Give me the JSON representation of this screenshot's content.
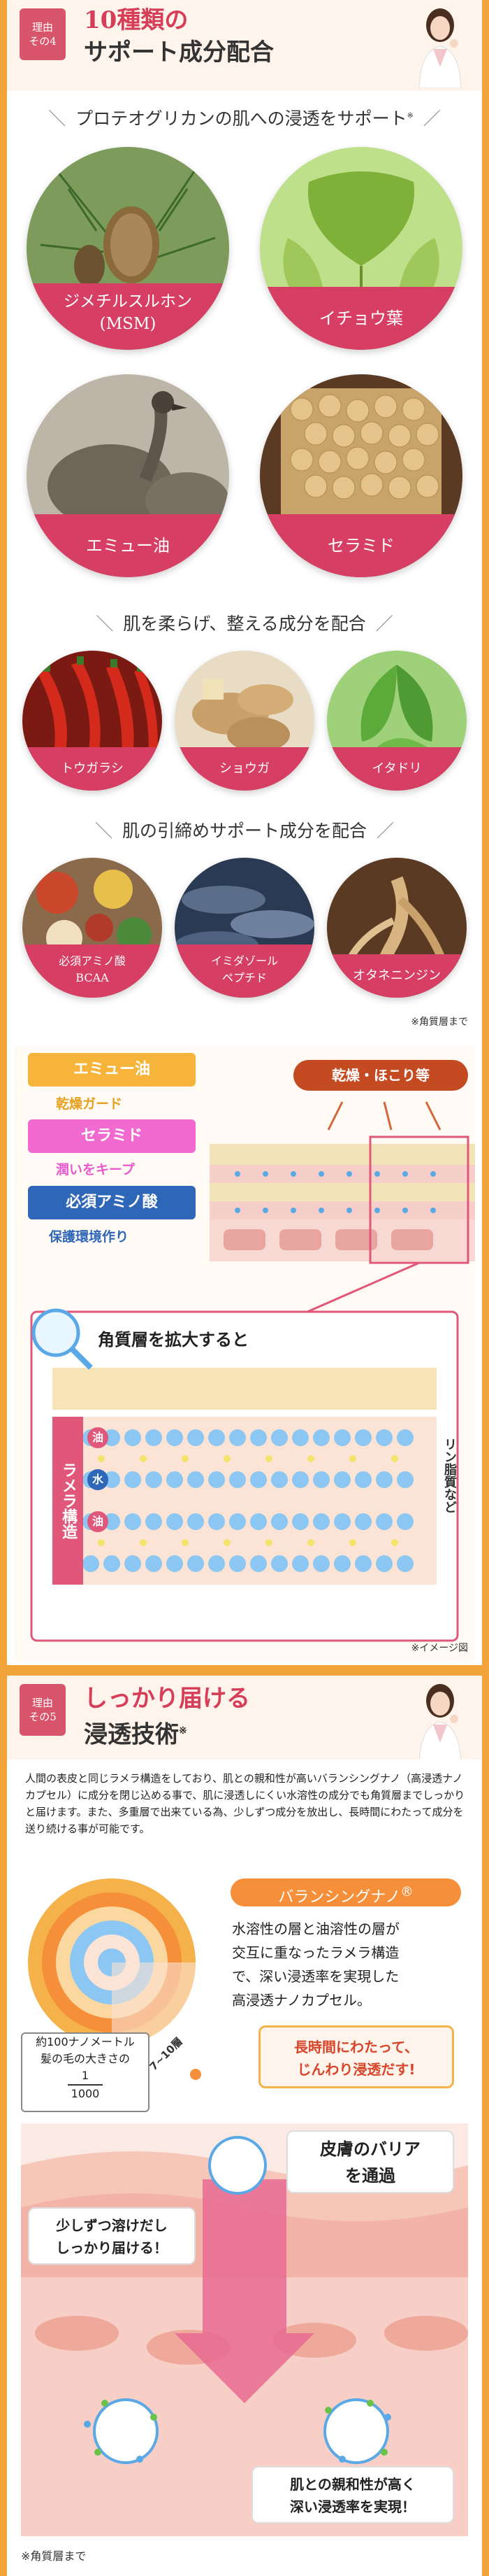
{
  "section4": {
    "badge": [
      "理由",
      "その4"
    ],
    "title_prefix": "10種類の",
    "title_line2": "サポート成分配合",
    "group1_heading": "プロテオグリカンの肌への浸透をサポート",
    "group1_mark": "※",
    "group1_items": [
      "ジメチルスルホン",
      "(MSM)",
      "イチョウ葉",
      "エミュー油",
      "セラミド"
    ],
    "group2_heading": "肌を柔らげ、整える成分を配合",
    "group2_items": [
      "トウガラシ",
      "ショウガ",
      "イタドリ"
    ],
    "group3_heading": "肌の引締めサポート成分を配合",
    "group3_items": [
      "必須アミノ酸",
      "BCAA",
      "イミダゾール",
      "ペプチド",
      "オタネニンジン"
    ],
    "note_stratum": "※角質層まで",
    "illus": {
      "emu_oil": "エミュー油",
      "dry_guard": "乾燥ガード",
      "ceramide": "セラミド",
      "moisture_keep": "潤いをキープ",
      "amino": "必須アミノ酸",
      "protect": "保護環境作り",
      "dry_dust": "乾燥・ほこり等",
      "zoom_caption": "角質層を拡大すると",
      "lamella": "ラメラ構造",
      "oil": "油",
      "water": "水",
      "phospholipid": "リン脂質など",
      "image_note": "※イメージ図"
    }
  },
  "section5": {
    "badge": [
      "理由",
      "その5"
    ],
    "title_line1": "しっかり届ける",
    "title_line2": "浸透技術",
    "title_mark": "※",
    "paragraph": "人間の表皮と同じラメラ構造をしており、肌との親和性が高いバランシングナノ（高浸透ナノカプセル）に成分を閉じ込める事で、肌に浸透しにくい水溶性の成分でも角質層までしっかりと届けます。また、多重層で出来ている為、少しずつ成分を放出し、長時間にわたって成分を送り続ける事が可能です。",
    "nano_title": "バランシングナノ",
    "nano_reg": "®",
    "nano_desc": [
      "水溶性の層と油溶性の層が",
      "交互に重なったラメラ構造",
      "で、深い浸透率を実現した",
      "高浸透ナノカプセル。"
    ],
    "layers": "7~10層",
    "size_note": [
      "約100ナノメートル",
      "髪の毛の大きさの"
    ],
    "fraction_top": "1",
    "fraction_bottom": "1000",
    "long_time": [
      "長時間にわたって、",
      "じんわり浸透だす!"
    ],
    "barrier": [
      "皮膚のバリア",
      "を通過"
    ],
    "little_by_little": [
      "少しずつ溶けだし",
      "しっかり届ける！"
    ],
    "affinity": [
      "肌との親和性が高く",
      "深い浸透率を実現！"
    ],
    "note_stratum": "※角質層まで"
  },
  "colors": {
    "orange_frame": "#f2a33a",
    "pink_band": "#d63e64",
    "title_red": "#d63e58"
  }
}
